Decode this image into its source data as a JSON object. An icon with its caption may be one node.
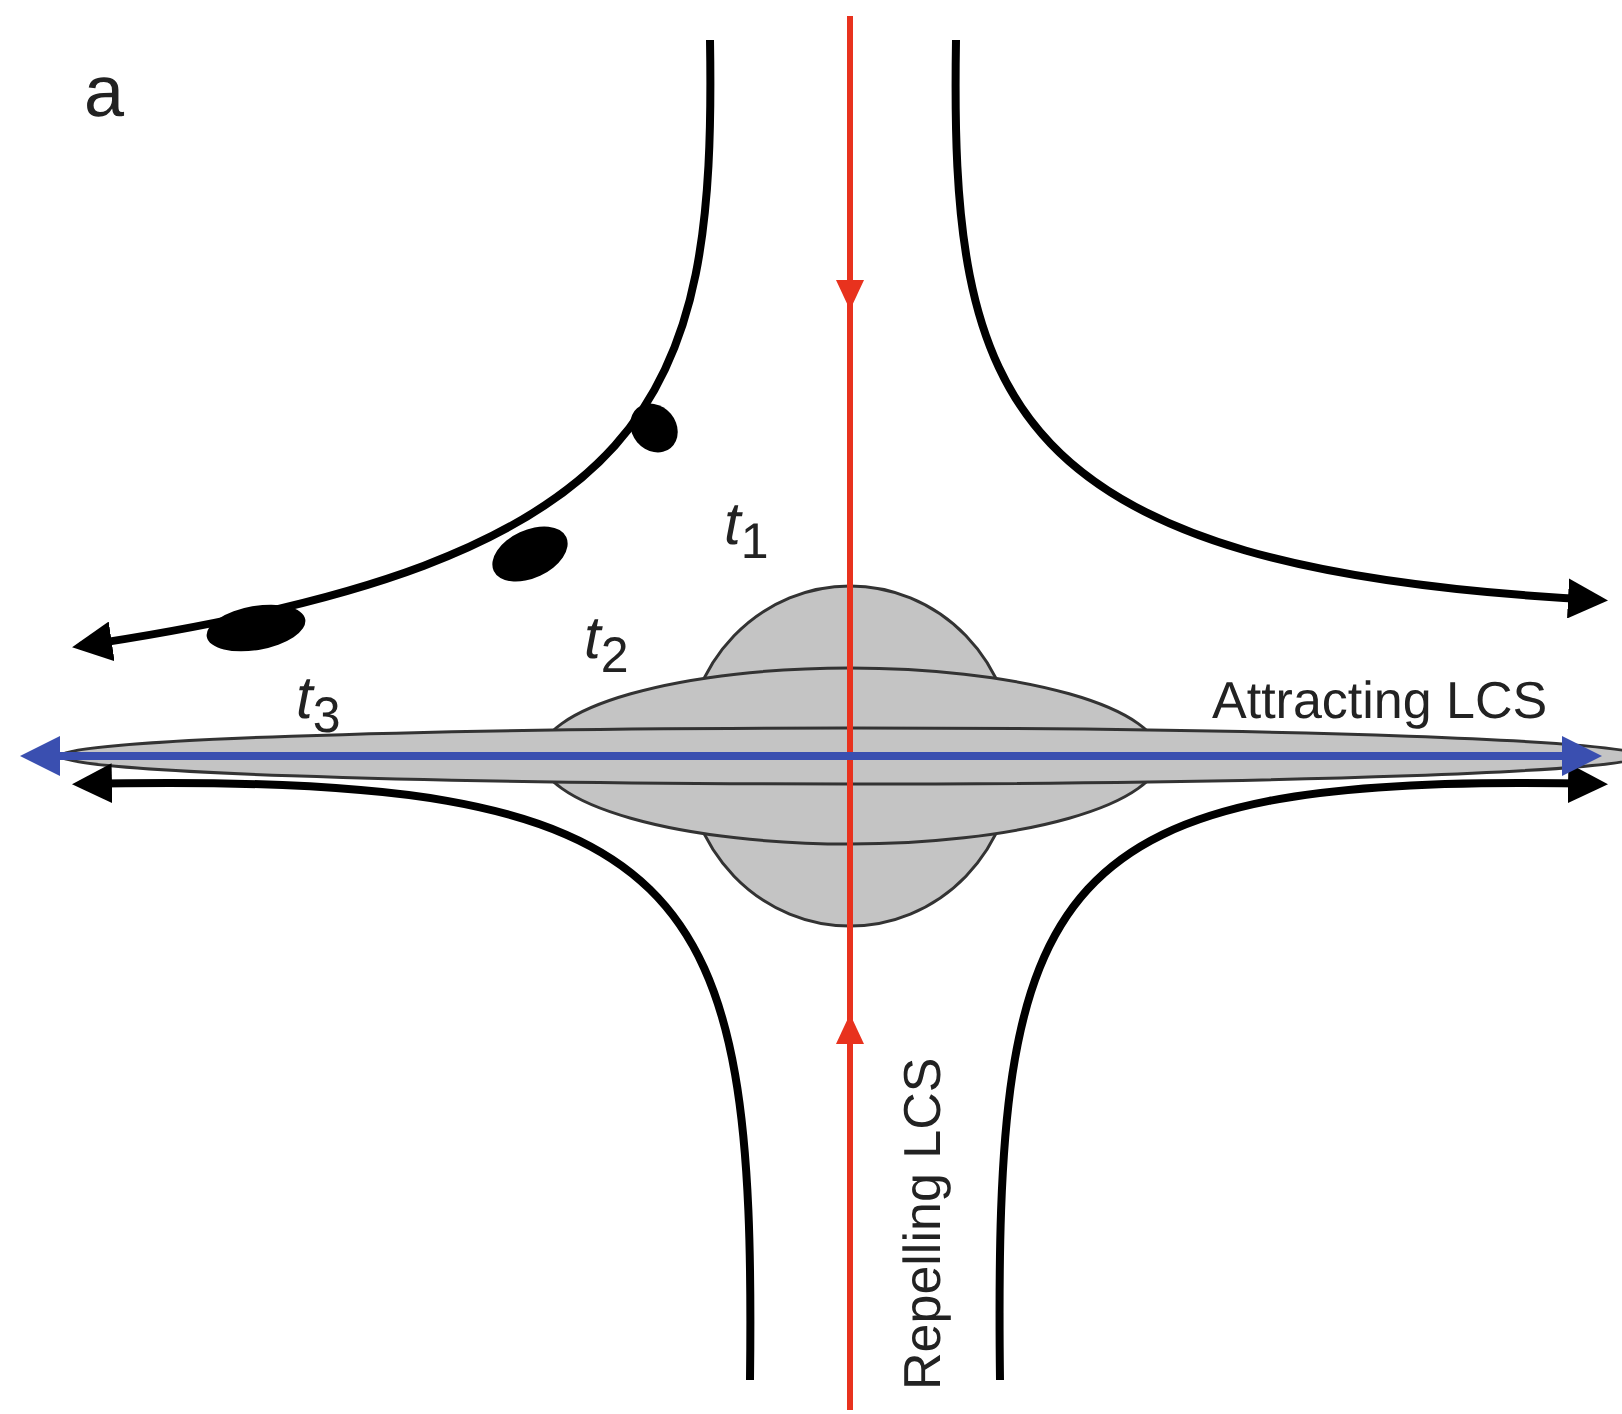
{
  "diagram": {
    "labels": [
      "a",
      "*t*$_{1}$",
      "*t*$_{2}$",
      "*t*$_{3}$",
      "Attracting LCS",
      "Repelling LCS"
    ]
  }
}
